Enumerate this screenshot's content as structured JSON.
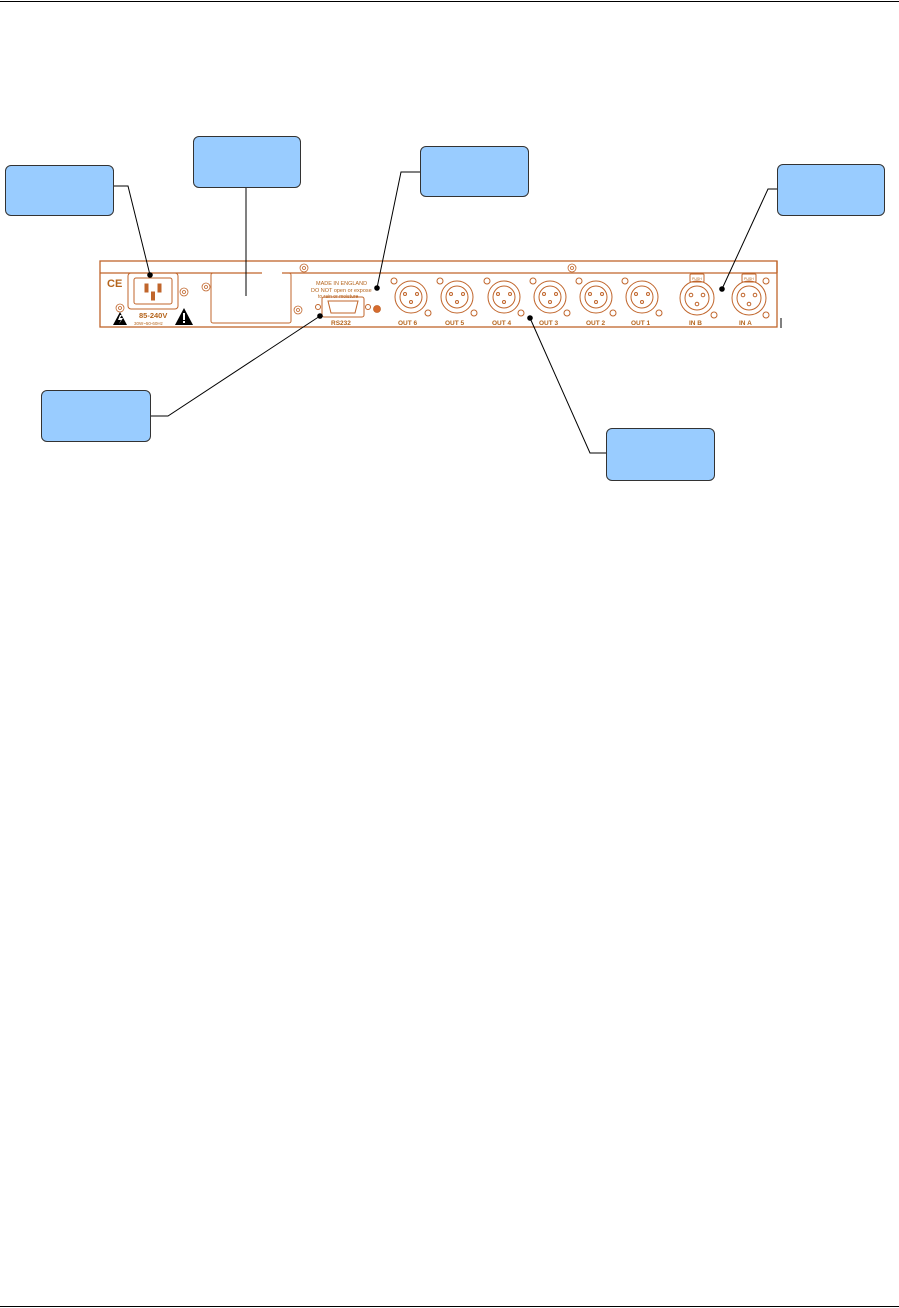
{
  "panel": {
    "ce_mark": "CE",
    "voltage": "85-240V",
    "power_rating": "30W~50-60Hz",
    "made_in": "MADE IN ENGLAND",
    "warning_line1": "DO NOT open or expose",
    "warning_line2": "to rain or moisture",
    "rs232_label": "RS232",
    "outputs": [
      "OUT 6",
      "OUT 5",
      "OUT 4",
      "OUT 3",
      "OUT 2",
      "OUT 1"
    ],
    "inputs": [
      "IN B",
      "IN A"
    ],
    "push_label": "PUSH"
  },
  "colors": {
    "panel_outline": "#c0652b",
    "callout_fill": "#99ccff",
    "leader_line": "#000000"
  }
}
